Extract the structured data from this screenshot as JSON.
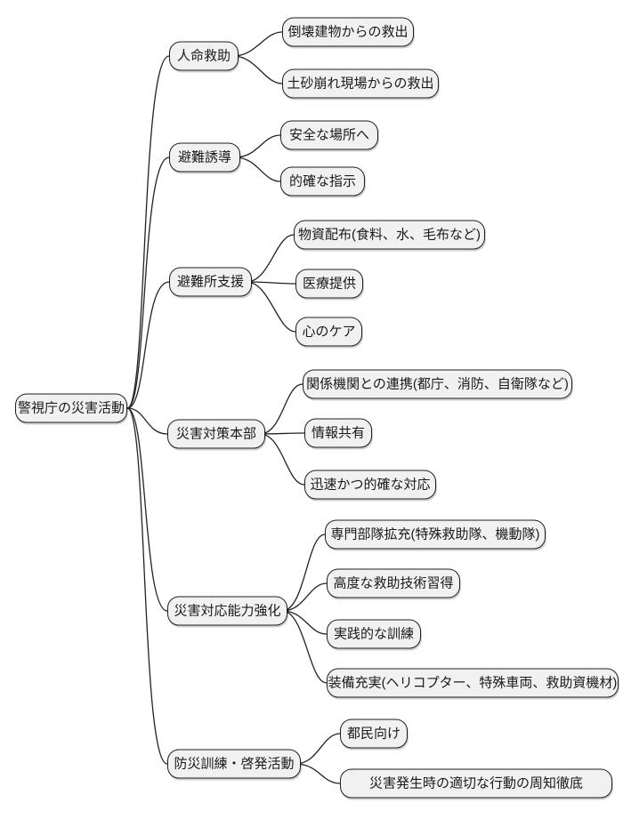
{
  "mindmap": {
    "root": {
      "label": "警視庁の災害活動"
    },
    "branches": [
      {
        "label": "人命救助",
        "children": [
          {
            "label": "倒壊建物からの救出"
          },
          {
            "label": "土砂崩れ現場からの救出"
          }
        ]
      },
      {
        "label": "避難誘導",
        "children": [
          {
            "label": "安全な場所へ"
          },
          {
            "label": "的確な指示"
          }
        ]
      },
      {
        "label": "避難所支援",
        "children": [
          {
            "label": "物資配布(食料、水、毛布など)"
          },
          {
            "label": "医療提供"
          },
          {
            "label": "心のケア"
          }
        ]
      },
      {
        "label": "災害対策本部",
        "children": [
          {
            "label": "関係機関との連携(都庁、消防、自衛隊など)"
          },
          {
            "label": "情報共有"
          },
          {
            "label": "迅速かつ的確な対応"
          }
        ]
      },
      {
        "label": "災害対応能力強化",
        "children": [
          {
            "label": "専門部隊拡充(特殊救助隊、機動隊)"
          },
          {
            "label": "高度な救助技術習得"
          },
          {
            "label": "実践的な訓練"
          },
          {
            "label": "装備充実(ヘリコプター、特殊車両、救助資機材)"
          }
        ]
      },
      {
        "label": "防災訓練・啓発活動",
        "children": [
          {
            "label": "都民向け"
          },
          {
            "label": "災害発生時の適切な行動の周知徹底"
          }
        ]
      }
    ]
  },
  "style": {
    "node_fill": "#f1f1f1",
    "node_border": "#1f1f1f",
    "connector_color": "#222222",
    "background": "#ffffff"
  }
}
